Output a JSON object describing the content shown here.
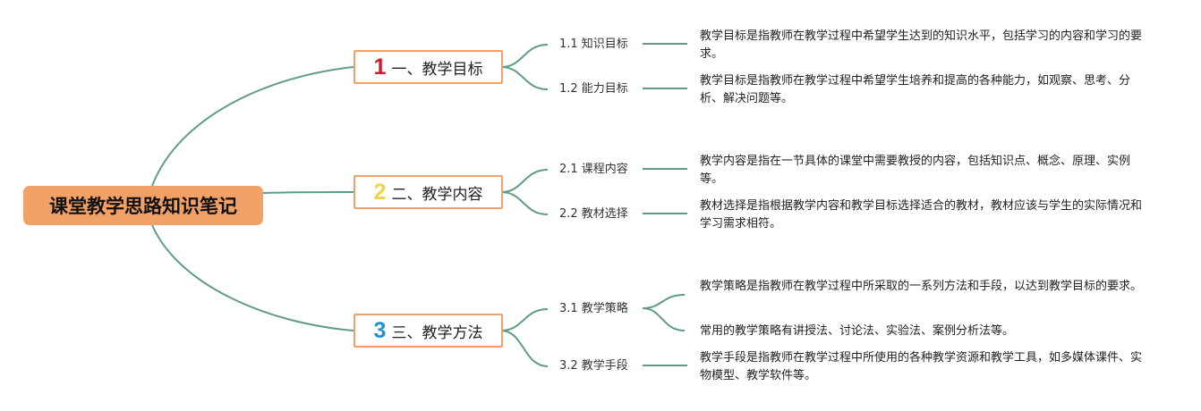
{
  "root": {
    "title": "课堂教学思路知识笔记",
    "color": "#F1A066"
  },
  "line_color": "#5E9C88",
  "branches": [
    {
      "number": "1",
      "number_color": "#D7182A",
      "label": "一、教学目标",
      "subs": [
        {
          "label": "1.1 知识目标",
          "notes": [
            "教学目标是指教师在教学过程中希望学生达到的知识水平，包括学习的内容和学习的要求。"
          ]
        },
        {
          "label": "1.2 能力目标",
          "notes": [
            "教学目标是指教师在教学过程中希望学生培养和提高的各种能力，如观察、思考、分析、解决问题等。"
          ]
        }
      ]
    },
    {
      "number": "2",
      "number_color": "#F2D04A",
      "label": "二、教学内容",
      "subs": [
        {
          "label": "2.1 课程内容",
          "notes": [
            "教学内容是指在一节具体的课堂中需要教授的内容，包括知识点、概念、原理、实例等。"
          ]
        },
        {
          "label": "2.2 教材选择",
          "notes": [
            "教材选择是指根据教学内容和教学目标选择适合的教材，教材应该与学生的实际情况和学习需求相符。"
          ]
        }
      ]
    },
    {
      "number": "3",
      "number_color": "#1E90D8",
      "label": "三、教学方法",
      "subs": [
        {
          "label": "3.1 教学策略",
          "notes": [
            "教学策略是指教师在教学过程中所采取的一系列方法和手段，以达到教学目标的要求。",
            "常用的教学策略有讲授法、讨论法、实验法、案例分析法等。"
          ]
        },
        {
          "label": "3.2 教学手段",
          "notes": [
            "教学手段是指教师在教学过程中所使用的各种教学资源和教学工具，如多媒体课件、实物模型、教学软件等。"
          ]
        }
      ]
    }
  ]
}
